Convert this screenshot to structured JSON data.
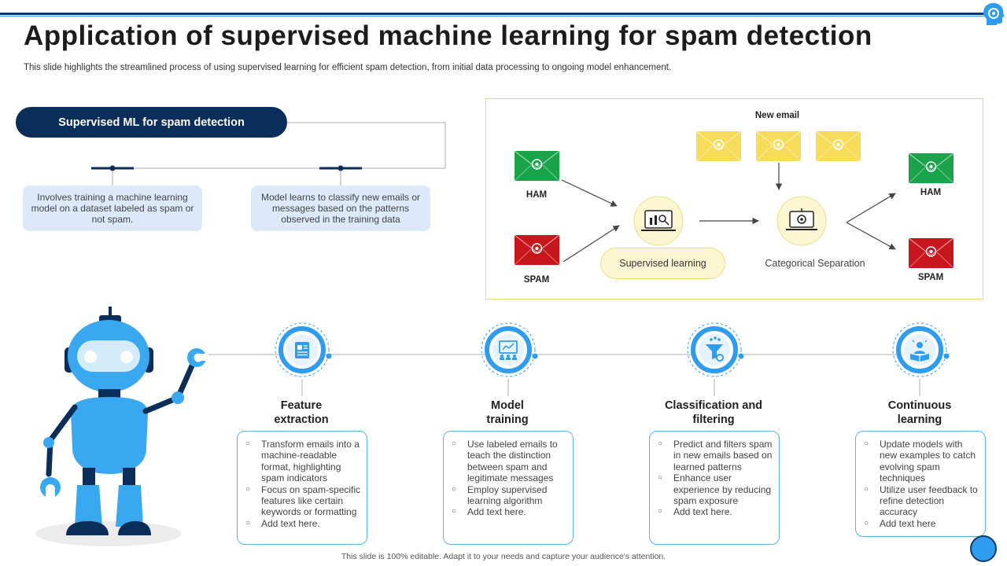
{
  "title": "Application of supervised machine learning for spam detection",
  "subtitle": "This slide highlights the streamlined process of using supervised learning for efficient spam detection, from initial data processing to ongoing model enhancement.",
  "pill_title": "Supervised ML for spam detection",
  "info_boxes": [
    "Involves training a machine learning model on a dataset labeled as spam or not spam.",
    "Model learns to classify new emails or messages based on the patterns observed in the training data"
  ],
  "diagram": {
    "new_email": "New email",
    "ham_left": "HAM",
    "spam_left": "SPAM",
    "ham_right": "HAM",
    "spam_right": "SPAM",
    "supervised_learning": "Supervised learning",
    "categorical_separation": "Categorical Separation"
  },
  "steps": [
    {
      "title_lines": [
        "Feature",
        "extraction"
      ],
      "icon": "document-chart-icon",
      "bullets": [
        "Transform emails into a machine-readable format, highlighting spam indicators",
        "Focus on spam-specific features like certain keywords or formatting",
        "Add text here."
      ]
    },
    {
      "title_lines": [
        "Model",
        "training"
      ],
      "icon": "presentation-board-icon",
      "bullets": [
        "Use labeled emails to teach the distinction between spam and legitimate messages",
        "Employ supervised learning algorithm",
        "Add text here."
      ]
    },
    {
      "title_lines": [
        "Classification and",
        "filtering"
      ],
      "icon": "funnel-gear-icon",
      "bullets": [
        "Predict and filters spam in new emails based on learned patterns",
        "Enhance user experience by reducing spam exposure",
        "Add text here."
      ]
    },
    {
      "title_lines": [
        "Continuous",
        "learning"
      ],
      "icon": "book-learning-icon",
      "bullets": [
        "Update models with new examples to catch evolving spam techniques",
        "Utilize user feedback to refine detection accuracy",
        "Add text here"
      ]
    }
  ],
  "footer": "This slide is 100% editable. Adapt it to your needs and capture your audience's attention.",
  "colors": {
    "navy": "#0a2d5a",
    "blue": "#2e9df0",
    "ham_green": "#1aa34a",
    "spam_red": "#c8161d",
    "email_yellow": "#f7dc5a"
  }
}
